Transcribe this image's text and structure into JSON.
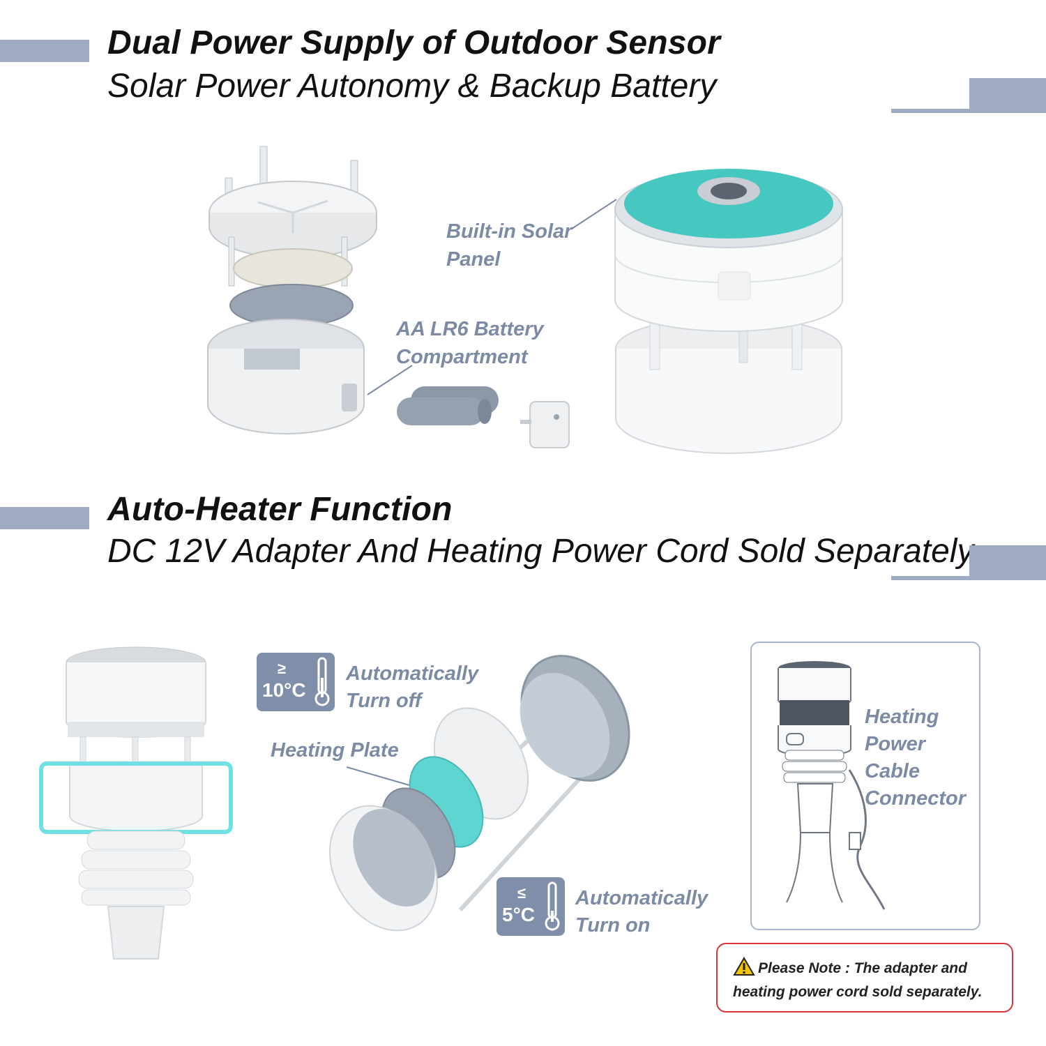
{
  "section1": {
    "title": "Dual Power Supply of Outdoor Sensor",
    "subtitle": "Solar Power Autonomy & Backup Battery",
    "solar_label_line1": "Built-in Solar",
    "solar_label_line2": "Panel",
    "battery_label_line1": "AA LR6 Battery",
    "battery_label_line2": "Compartment"
  },
  "section2": {
    "title": "Auto-Heater Function",
    "subtitle": "DC 12V Adapter And Heating Power Cord Sold Separately",
    "off_symbol": "≥",
    "off_temp": "10°C",
    "off_label_line1": "Automatically",
    "off_label_line2": "Turn off",
    "heating_plate_label": "Heating Plate",
    "on_symbol": "≤",
    "on_temp": "5°C",
    "on_label_line1": "Automatically",
    "on_label_line2": "Turn on",
    "cable_label_lines": [
      "Heating",
      "Power",
      "Cable",
      "Connector"
    ],
    "note_line1": "Please Note : The adapter and",
    "note_line2": "heating power cord sold separately."
  },
  "colors": {
    "accent_bar": "#9eabc2",
    "label_text": "#7d8aa3",
    "solar_teal": "#46c7c0",
    "highlight_cyan": "#6fe0e4",
    "note_border": "#d9343a",
    "warning_yellow": "#f2c300"
  }
}
